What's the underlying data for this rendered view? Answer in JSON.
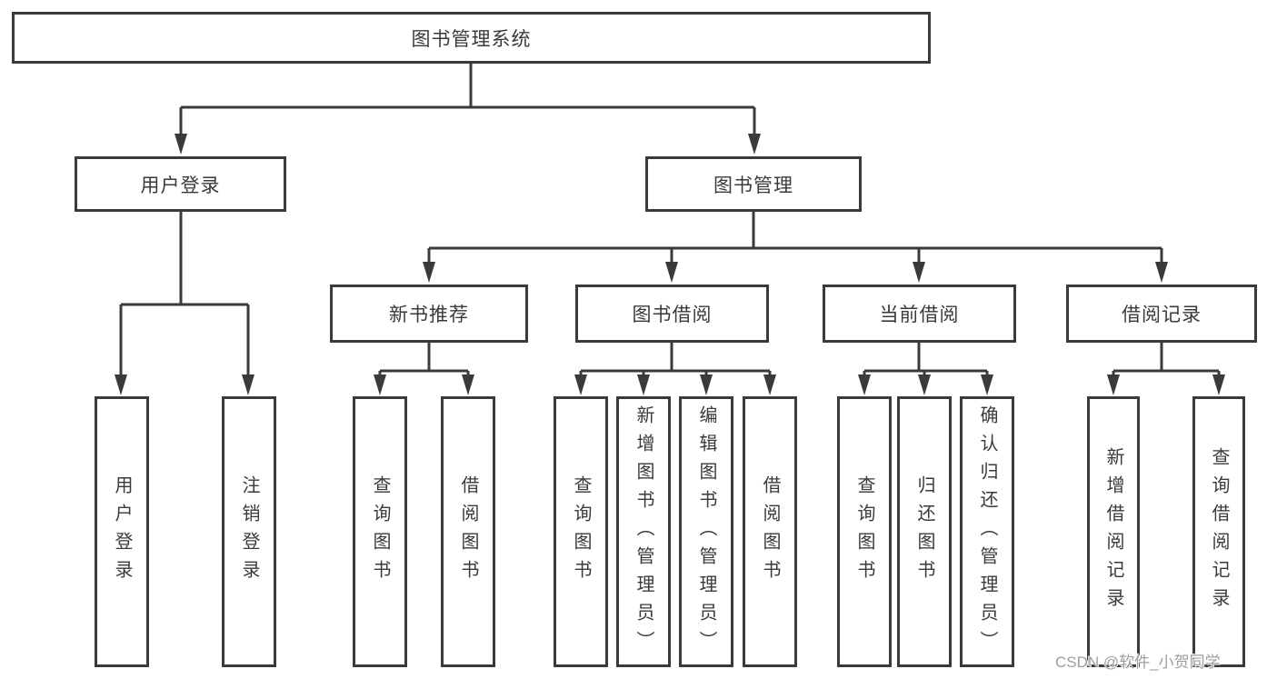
{
  "diagram": {
    "title": "图书管理系统",
    "branches": [
      {
        "label": "用户登录",
        "children": [
          {
            "label": "用户登录"
          },
          {
            "label": "注销登录"
          }
        ]
      },
      {
        "label": "图书管理",
        "children": [
          {
            "label": "新书推荐",
            "children": [
              {
                "label": "查询图书"
              },
              {
                "label": "借阅图书"
              }
            ]
          },
          {
            "label": "图书借阅",
            "children": [
              {
                "label": "查询图书"
              },
              {
                "label": "新增图书（管理员）"
              },
              {
                "label": "编辑图书（管理员）"
              },
              {
                "label": "借阅图书"
              }
            ]
          },
          {
            "label": "当前借阅",
            "children": [
              {
                "label": "查询图书"
              },
              {
                "label": "归还图书"
              },
              {
                "label": "确认归还（管理员）"
              }
            ]
          },
          {
            "label": "借阅记录",
            "children": [
              {
                "label": "新增借阅记录"
              },
              {
                "label": "查询借阅记录"
              }
            ]
          }
        ]
      }
    ]
  },
  "watermark": "CSDN @软件_小贺同学",
  "colors": {
    "line": "#3a3a3a",
    "text": "#3a3a3a",
    "background": "#ffffff",
    "watermark_text": "#9e9e9e"
  }
}
